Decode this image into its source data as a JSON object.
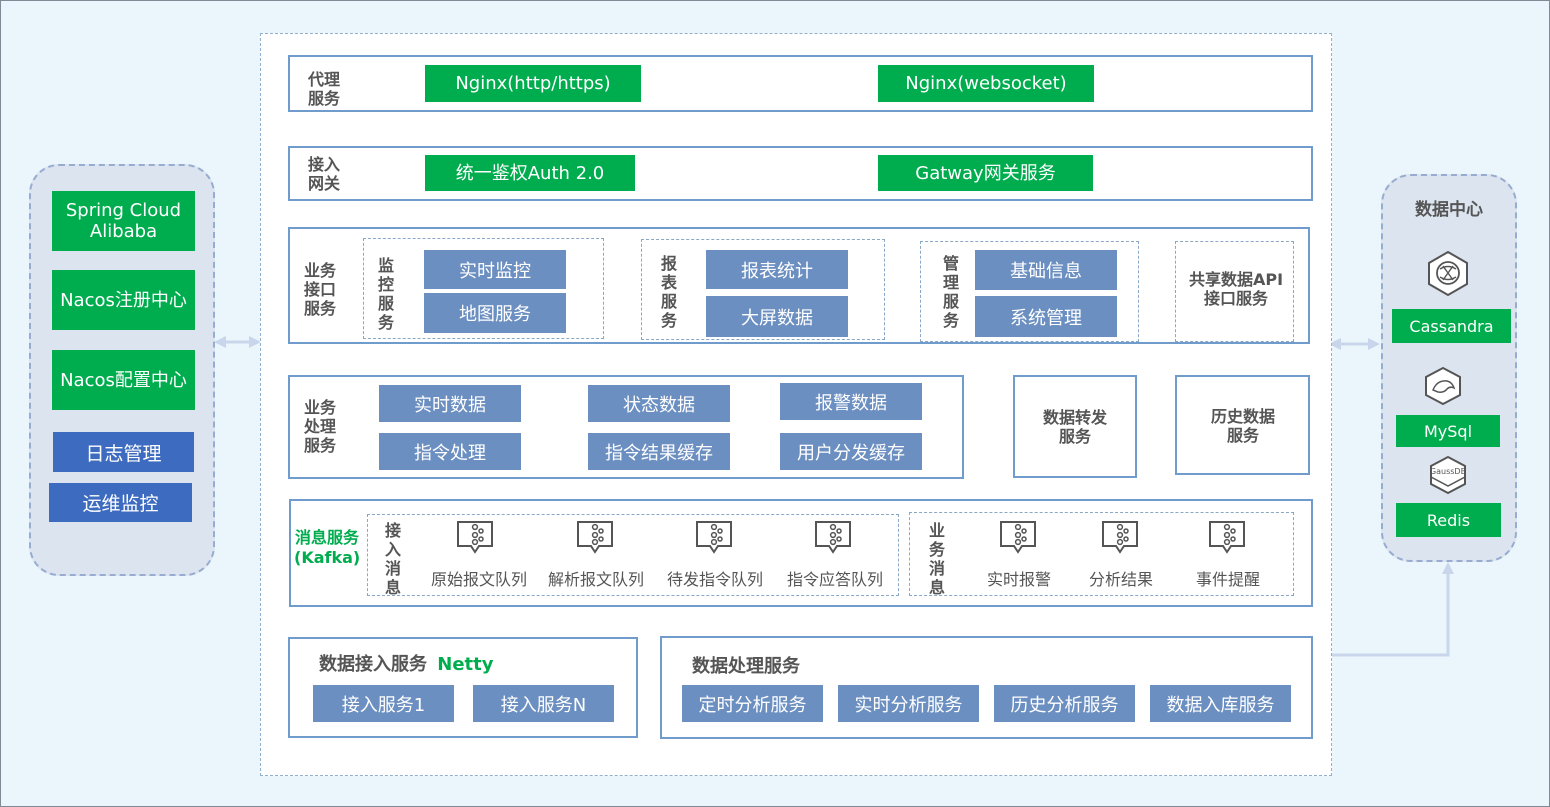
{
  "left_panel": {
    "items": [
      "Spring Cloud Alibaba",
      "Nacos注册中心",
      "Nacos配置中心",
      "日志管理",
      "运维监控"
    ]
  },
  "proxy_row": {
    "label": "代理服务",
    "nginx_http": "Nginx(http/https)",
    "nginx_ws": "Nginx(websocket)"
  },
  "access_row": {
    "label": "接入网关",
    "auth": "统一鉴权Auth 2.0",
    "gateway": "Gatway网关服务"
  },
  "business_interface": {
    "label": "业务接口服务",
    "monitor": {
      "label": "监控服务",
      "items": [
        "实时监控",
        "地图服务"
      ]
    },
    "report": {
      "label": "报表服务",
      "items": [
        "报表统计",
        "大屏数据"
      ]
    },
    "manage": {
      "label": "管理服务",
      "items": [
        "基础信息",
        "系统管理"
      ]
    },
    "shared": "共享数据API接口服务"
  },
  "business_processing": {
    "label": "业务处理服务",
    "items": [
      "实时数据",
      "状态数据",
      "报警数据",
      "指令处理",
      "指令结果缓存",
      "用户分发缓存"
    ]
  },
  "forward_service": "数据转发服务",
  "history_service": "历史数据服务",
  "message_service": {
    "label": "消息服务(Kafka)",
    "access_group": {
      "label": "接入消息",
      "queues": [
        "原始报文队列",
        "解析报文队列",
        "待发指令队列",
        "指令应答队列"
      ]
    },
    "business_group": {
      "label": "业务消息",
      "queues": [
        "实时报警",
        "分析结果",
        "事件提醒"
      ]
    }
  },
  "data_access": {
    "title": "数据接入服务",
    "title_accent": "Netty",
    "items": [
      "接入服务1",
      "接入服务N"
    ]
  },
  "data_processing": {
    "title": "数据处理服务",
    "items": [
      "定时分析服务",
      "实时分析服务",
      "历史分析服务",
      "数据入库服务"
    ]
  },
  "data_center": {
    "title": "数据中心",
    "items": [
      "Cassandra",
      "MySql",
      "Redis"
    ],
    "gauss_label": "GaussDB"
  },
  "colors": {
    "green": "#00ad4e",
    "steel": "#6c8fc1",
    "navy": "#3d6bbf",
    "border": "#6f9ccc",
    "arrow": "#3b64b5"
  }
}
